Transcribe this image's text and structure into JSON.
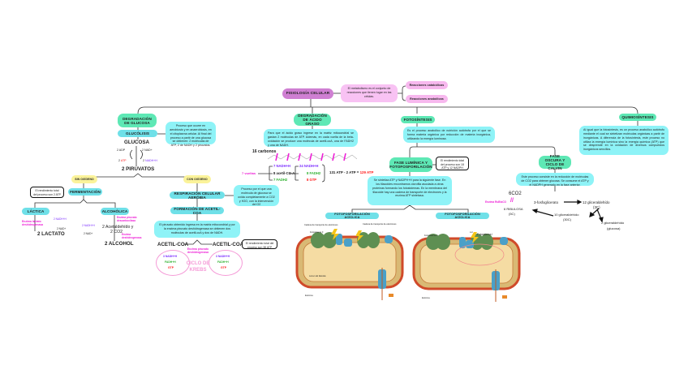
{
  "root": {
    "title": "FISIOLOGÍA CELULAR",
    "definition": "El metabolismo es el conjunto de reacciones que tienen lugar en las células.",
    "branches": [
      "Reacciones catabólicas",
      "Reacciones anabólicas"
    ]
  },
  "glycolysis": {
    "section": "DEGRADACIÓN DE GLUCOSA",
    "node": "GLUCÓLISIS",
    "description": "Proceso que ocurre en aerobiosis y en anaerobiosis, en el citoplasma celular. Al final del proceso a partir de una glucosa se obtienen: 2 moléculas de ATP, 2 de NADH y 2 piruvatos.",
    "glucose": "GLUCOSA",
    "adp": "2 ADP",
    "atp_num": "2",
    "atp": "ATP",
    "nad": "2 NAD+",
    "nadh_num": "2",
    "nadh": "NADH+H",
    "pyruvates": "2 PIRUVATOS"
  },
  "anaerobic": {
    "label": "SIN OXÍGENO",
    "note": "El rendimiento total del proceso son 2 ATP",
    "node": "FERMENTACIÓN",
    "lactic": {
      "node": "LÁCTICA",
      "enzyme": "Enzima lactato deshidrogenasa",
      "nadh": "2 NADH+H",
      "nad": "2 NAD+",
      "product": "2 LACTATO"
    },
    "alcoholic": {
      "node": "ALCOHÓLICA",
      "enzyme1": "Enzima piruvato descarboxilasa",
      "nadh": "2 NADH+H",
      "nad": "2 NAD+",
      "intermediate": "2 Acetaldehído y",
      "co2": "2 CO2",
      "enzyme2": "Enzima deshidrogenasa",
      "product": "2 ALCOHOL"
    }
  },
  "aerobic": {
    "label": "CON OXÍGENO",
    "node": "RESPIRACIÓN CELULAR AERÓBIA",
    "description": "Proceso por el que una molécula de glucosa se oxida completamente a CO2 y H2O, con la intervención del O2",
    "acetyl_node": "FORMACIÓN DE ACETIL-COA",
    "acetyl_desc": "El piruvato obtenido ingresa en la matriz mitocondrial y por la enzima piruvato deshidrogenasa se obtienen dos moléculas de acetil-coA y dos de NADH.",
    "acetyl_left": "ACETIL-COA",
    "acetyl_right": "ACETIL-COA",
    "enzyme": "Enzima piruvato deshidrogenasa",
    "note": "El rendimiento total del proceso son 38 ATP",
    "krebs": "CICLO DE KREBS",
    "cycle_items": [
      "3 NADH+H",
      "FADH+H",
      "GTP"
    ]
  },
  "fatty_acid": {
    "node": "DEGRADACIÓN DE ÁCIDO GRASO",
    "description": "Para que el ácido graso ingrese en la matriz mitocondrial se gastan 2 moléculas de ATP. Además, en cada vuelta de la beta-oxidación se produce una molécula de acetil-coA, una de FADH2 y una de NADH.",
    "carbons": "16 carbonos",
    "turns": "7 vueltas",
    "left": [
      "7 NADH+H",
      "8 acetil-CO-A",
      "7 FADH2"
    ],
    "right": [
      "24 NADH+H",
      "8 FADH2",
      "8 GTP"
    ],
    "result_prefix": "131 ATP - 2 ATP =",
    "result": "129 ATP"
  },
  "photosynthesis": {
    "node": "FOTOSÍNTESIS",
    "description": "Es el proceso anabólico de nutrición autótrofa por el que se forma materia orgánica por reducción de materia inorgánica, utilizando la energía luminosa.",
    "light_phase": "FASE LUMÍNICA Y FOTOFOSFORILACIÓN",
    "light_note": "El rendimiento total del proceso son 18 ATP y 12 NADPH",
    "light_desc": "Se sintetiza ATP y NADPH+H para la siguiente fase. En los tilacoides encontramos clorofila asociada a otras proteínas formando los fotosistemas. En la membrana del tilacoide hay una cadena de transporte de electrones y la enzima ATP sintetasa.",
    "acyclic": "FOTOFOSFORILACIÓN ACÍCLICA",
    "cyclic": "FOTOFOSFORILACIÓN ACÍCLICA",
    "dark_phase": "FASE OSCURA Y CICLO DE CALVIN",
    "dark_desc": "Este proceso consiste en la reducción de moléculas de CO2 para obtener glucosa. Se consume el ATP y el NADPH generado en la fase anterior.",
    "calvin": {
      "co2": "6CO2",
      "enzyme": "Enzima RuBisCO",
      "ribulose": "6 RIBULOSA",
      "ribulose_c": "(5C)",
      "phospho": "3-fosfoglicerato",
      "g12": "12 gliceraldehído",
      "g12c": "(3C)",
      "g10": "10 gliceraldehído",
      "g10c": "(30C)",
      "g2": "2 gliceraldehído",
      "g2c": "(glucosa)"
    },
    "diagram_labels": {
      "ps2": "Fotosistema II",
      "ps1": "Fotosistema I",
      "chain1": "Cadena de transporte de electrones",
      "chain2": "Cadena de transporte de electrones",
      "stroma": "Estroma",
      "lumen": "Lumen del tilacoide",
      "atp": "ATP",
      "adp": "ADP",
      "light": "Luz"
    }
  },
  "chemosynthesis": {
    "node": "QUIMIOSÍNTESIS",
    "description": "Al igual que la fotosíntesis, es un proceso anabólico autótrofo mediante el cual se sintetizan moléculas orgánicas a partir de inorgánicas. A diferencia de la fotosíntesis, este proceso no utiliza la energía lumínica sino la energía química (ATP) que se desprende en la oxidación de diversos compuestos inorgánicos sencillos."
  },
  "colors": {
    "green": "#5ee8b5",
    "cyan": "#6fe0e8",
    "yellow": "#fbf39a",
    "pink": "#f7b8ee",
    "purple": "#cf7fd2",
    "magenta": "#ee1fd6",
    "violet": "#7a2cff",
    "red": "#ff1a1a"
  }
}
